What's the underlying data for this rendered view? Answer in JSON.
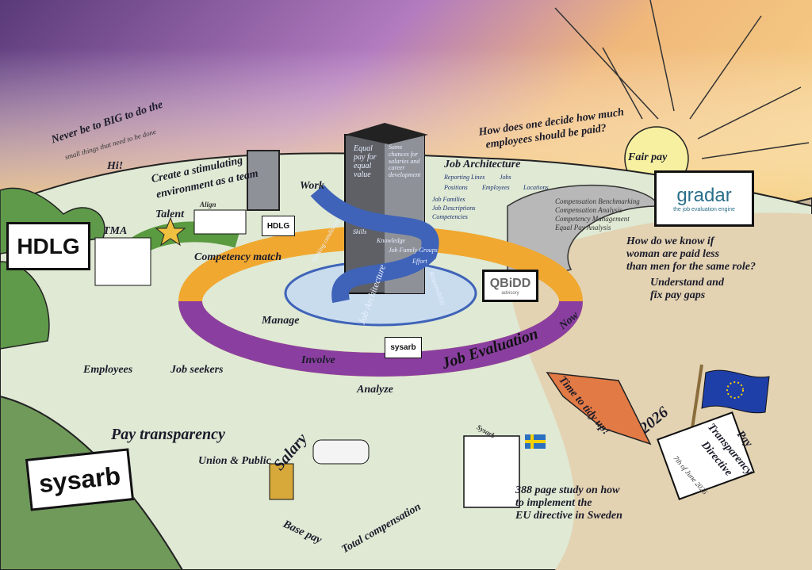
{
  "quotes": {
    "never_big_1": "Never be to BIG to do the",
    "never_big_2": "small things that need to be done",
    "hi": "Hi!",
    "stimulating_1": "Create a stimulating",
    "stimulating_2": "environment as a team",
    "how_decide_1": "How does one decide how much",
    "how_decide_2": "employees should be paid?",
    "fair_pay": "Fair pay",
    "how_know_1": "How do we know if",
    "how_know_2": "woman are paid less",
    "how_know_3": "than men for the same role?",
    "fix_gaps_1": "Understand and",
    "fix_gaps_2": "fix pay gaps",
    "study_1": "388 page study on how",
    "study_2": "to implement the",
    "study_3": "EU directive in Sweden"
  },
  "labels": {
    "align": "Align",
    "talent": "Talent",
    "tma": "TMA",
    "work": "Work",
    "competency_match": "Competency match",
    "manage": "Manage",
    "involve": "Involve",
    "analyze": "Analyze",
    "job_evaluation": "Job Evaluation",
    "job_architecture_ribbon": "Job Architecture",
    "job_architecture": "Job Architecture",
    "now": "Now",
    "tidy": "Time to tidy up!",
    "year": "2026",
    "employees": "Employees",
    "job_seekers": "Job seekers",
    "pay_transparency": "Pay transparency",
    "union_public": "Union & Public",
    "salary": "Salary",
    "base_pay": "Base pay",
    "total_compensation": "Total compensation",
    "study_doc": "Sysarb",
    "directive_1": "Pay",
    "directive_2": "Transparency",
    "directive_3": "Directive",
    "directive_date": "7th of June 2026"
  },
  "tower": {
    "equal_pay": "Equal pay for equal value",
    "same_chances": "Same chances for salaries and career development"
  },
  "ribbon": [
    "Reporting Lines",
    "Jobs",
    "Positions",
    "Employees",
    "Locations",
    "Job Families",
    "Job Descriptions",
    "Competencies",
    "Working conditions",
    "Skills",
    "Knowledge",
    "Job Family Groups",
    "Effort",
    "Responsibility"
  ],
  "pathway": [
    "Compensation Benchmarking",
    "Compensation Analysis",
    "Competency Management",
    "Equal Pay Analysis"
  ],
  "logos": {
    "hdlg": "HDLG",
    "hdlg_laptop": "HDLG",
    "gradar": "gradar",
    "gradar_tag": "the job evaluation engine",
    "qbidd": "QBiDD",
    "qbidd_tag": "advisory",
    "sysarb": "sysarb",
    "sysarb_laptop": "sysarb"
  },
  "colors": {
    "job_evaluation": "#8a3fa0",
    "ribbon": "#3f63b8",
    "ground": "#dfe9d4",
    "eu_blue": "#1f3fa8",
    "gradar": "#2aa397"
  }
}
